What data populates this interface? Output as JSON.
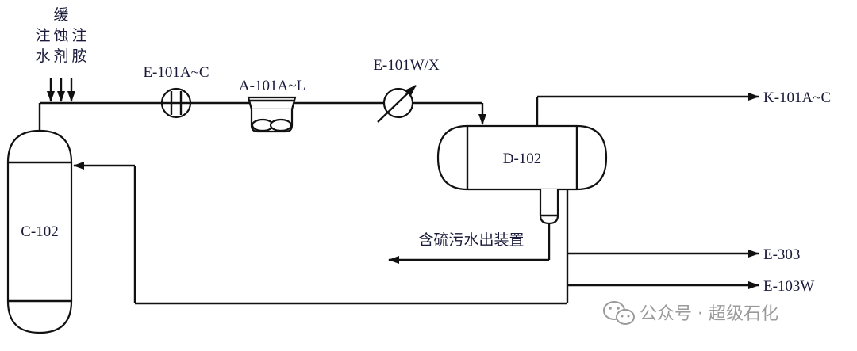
{
  "diagram": {
    "injection_labels": {
      "top": "缓",
      "row2": [
        "注",
        "蚀",
        "注"
      ],
      "row3": [
        "水",
        "剂",
        "胺"
      ]
    },
    "equipment": {
      "column": "C-102",
      "heat_exchanger": "E-101A~C",
      "air_cooler": "A-101A~L",
      "trim_cooler": "E-101W/X",
      "separator": "D-102"
    },
    "outlets": {
      "gas": "K-101A~C",
      "sour_water": "含硫污水出装置",
      "to_e303": "E-303",
      "to_e103w": "E-103W"
    }
  },
  "watermark": {
    "icon": "wechat-icon",
    "text": "公众号 · 超级石化"
  }
}
